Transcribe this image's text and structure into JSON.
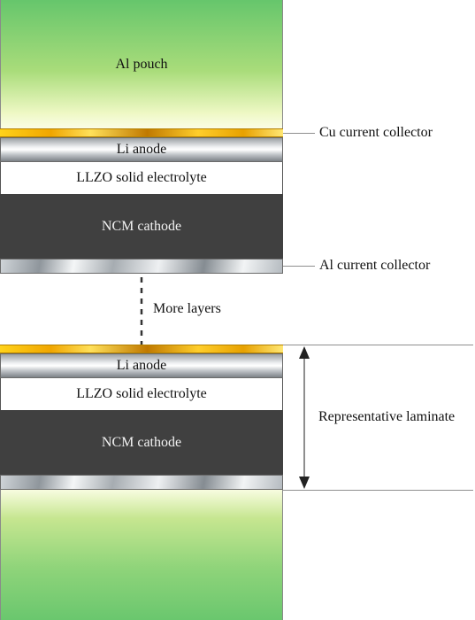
{
  "stack_top": {
    "pouch_label": "Al pouch",
    "anode_label": "Li anode",
    "electrolyte_label": "LLZO solid electrolyte",
    "cathode_label": "NCM cathode"
  },
  "callouts": {
    "cu_collector": "Cu current collector",
    "al_collector": "Al current collector",
    "more_layers": "More layers",
    "laminate": "Representative laminate"
  },
  "stack_bottom": {
    "anode_label": "Li anode",
    "electrolyte_label": "LLZO solid electrolyte",
    "cathode_label": "NCM cathode"
  }
}
